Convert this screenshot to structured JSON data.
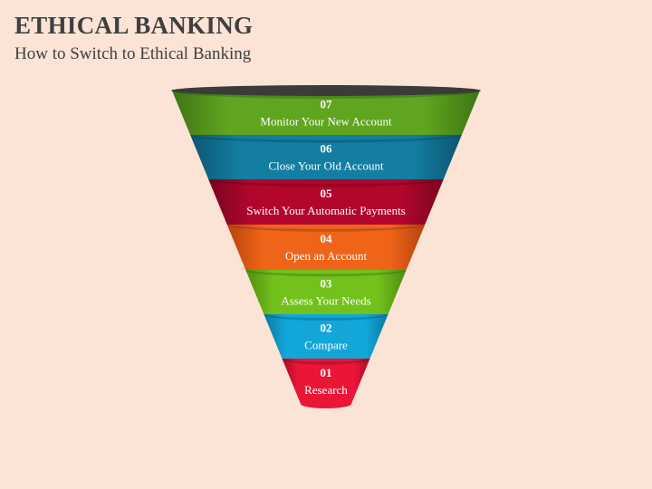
{
  "header": {
    "title": "ETHICAL BANKING",
    "subtitle": "How to Switch to Ethical Banking"
  },
  "funnel": {
    "stages": [
      {
        "number": "07",
        "label": "Monitor Your New Account",
        "color": "#5fa51f",
        "dark": "#3e7413"
      },
      {
        "number": "06",
        "label": "Close Your Old Account",
        "color": "#137ea1",
        "dark": "#0b5671"
      },
      {
        "number": "05",
        "label": "Switch Your Automatic Payments",
        "color": "#b2062d",
        "dark": "#7a041f"
      },
      {
        "number": "04",
        "label": "Open an Account",
        "color": "#f06419",
        "dark": "#b5440b"
      },
      {
        "number": "03",
        "label": "Assess Your Needs",
        "color": "#72c21b",
        "dark": "#4f8d10"
      },
      {
        "number": "02",
        "label": "Compare",
        "color": "#12a6d9",
        "dark": "#0c78a1"
      },
      {
        "number": "01",
        "label": "Research",
        "color": "#ea1537",
        "dark": "#a80c24"
      }
    ],
    "rim_color": "#3b3b3b"
  }
}
